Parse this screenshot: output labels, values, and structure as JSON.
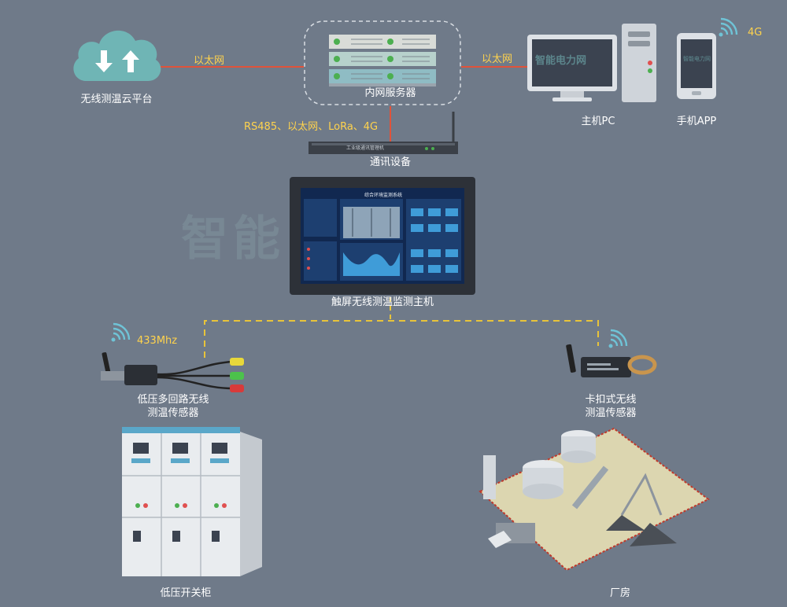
{
  "nodes": {
    "cloud": "无线测温云平台",
    "server": "内网服务器",
    "pc": "主机PC",
    "phone": "手机APP",
    "comm": "通讯设备",
    "host": "触屏无线测温监测主机",
    "lv_sensor": "低压多回路无线\n测温传感器",
    "clip_sensor": "卡扣式无线\n测温传感器",
    "cabinet": "低压开关柜",
    "plant": "厂房"
  },
  "links": {
    "cloud_server": "以太网",
    "server_pc": "以太网",
    "server_comm": "RS485、以太网、LoRa、4G",
    "phone_signal": "4G",
    "sensor_signal": "433Mhz"
  },
  "embedded": {
    "watermark": "智能电力网",
    "comm_device_text": "工业级通讯管理机",
    "screen_title": "综合环境监测系统",
    "monitor_logo": "智能电力网",
    "phone_logo": "智能电力网"
  },
  "colors": {
    "background": "#6f7a89",
    "link_line": "#e0533a",
    "wireless_line": "#e8c43a",
    "label_yellow": "#ffd34d",
    "cloud_teal": "#6fb5b5"
  }
}
